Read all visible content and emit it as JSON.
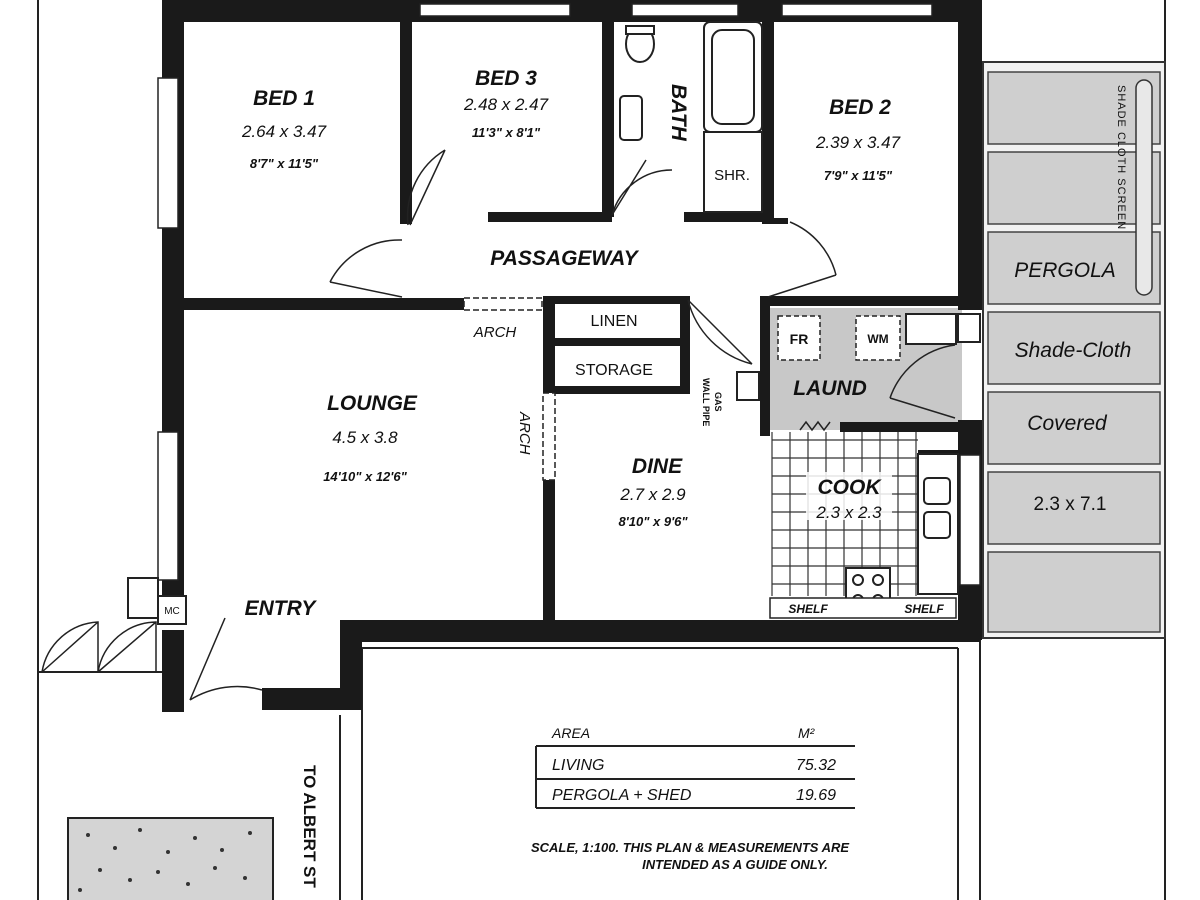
{
  "rooms": {
    "bed1": {
      "name": "BED 1",
      "metric": "2.64 x 3.47",
      "imperial": "8'7\" x 11'5\""
    },
    "bed3": {
      "name": "BED 3",
      "metric": "2.48 x 2.47",
      "imperial": "11'3\" x 8'1\""
    },
    "bath": {
      "name": "BATH",
      "shower": "SHR."
    },
    "bed2": {
      "name": "BED 2",
      "metric": "2.39 x 3.47",
      "imperial": "7'9\" x 11'5\""
    },
    "passageway": {
      "name": "PASSAGEWAY"
    },
    "lounge": {
      "name": "LOUNGE",
      "metric": "4.5 x 3.8",
      "imperial": "14'10\" x 12'6\""
    },
    "dine": {
      "name": "DINE",
      "metric": "2.7 x 2.9",
      "imperial": "8'10\" x 9'6\""
    },
    "laund": {
      "name": "LAUND",
      "fridge": "FR",
      "washer": "WM"
    },
    "cook": {
      "name": "COOK",
      "metric": "2.3 x 2.3"
    },
    "entry": {
      "name": "ENTRY",
      "meter": "MC"
    }
  },
  "labels": {
    "arch": "ARCH",
    "linen": "LINEN",
    "storage": "STORAGE",
    "gas_line1": "GAS",
    "gas_line2": "WALL PIPE",
    "shelf": "SHELF",
    "street": "TO ALBERT ST"
  },
  "pergola": {
    "line1": "PERGOLA",
    "line2": "Shade-Cloth",
    "line3": "Covered",
    "dims": "2.3 x 7.1",
    "side_text": "SHADE CLOTH SCREEN"
  },
  "area_table": {
    "header": [
      "AREA",
      "M²"
    ],
    "rows": [
      {
        "label": "LIVING",
        "value": "75.32"
      },
      {
        "label": "PERGOLA + SHED",
        "value": "19.69"
      }
    ]
  },
  "notes": {
    "scale_line1": "SCALE, 1:100. THIS PLAN & MEASUREMENTS ARE",
    "scale_line2": "INTENDED AS A GUIDE ONLY."
  },
  "colors": {
    "wall": "#1a1a1a",
    "laundry_fill": "#c8c8c8",
    "pergola_fill": "#cfcfcf",
    "garden_fill": "#d4d4d4"
  }
}
